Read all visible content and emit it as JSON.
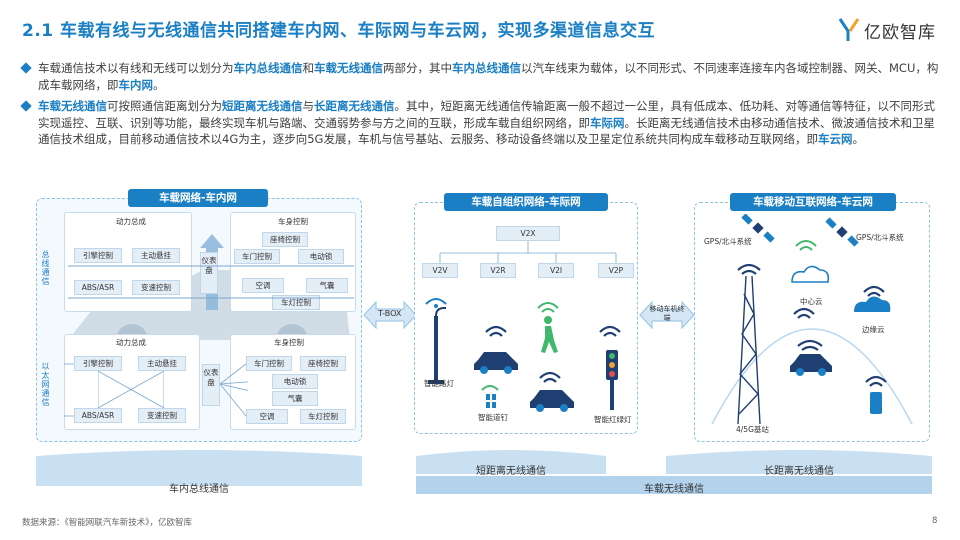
{
  "title": "2.1 车载有线与无线通信共同搭建车内网、车际网与车云网，实现多渠道信息交互",
  "logo": {
    "text": "亿欧智库"
  },
  "bullets": [
    {
      "segments": [
        {
          "t": "车载通信技术以有线和无线可以划分为",
          "h": false
        },
        {
          "t": "车内总线通信",
          "h": true
        },
        {
          "t": "和",
          "h": false
        },
        {
          "t": "车载无线通信",
          "h": true
        },
        {
          "t": "两部分，其中",
          "h": false
        },
        {
          "t": "车内总线通信",
          "h": true
        },
        {
          "t": "以汽车线束为载体，以不同形式、不同速率连接车内各域控制器、网关、MCU，构成车载网络，即",
          "h": false
        },
        {
          "t": "车内网",
          "h": true
        },
        {
          "t": "。",
          "h": false
        }
      ]
    },
    {
      "segments": [
        {
          "t": "车载无线通信",
          "h": true
        },
        {
          "t": "可按照通信距离划分为",
          "h": false
        },
        {
          "t": "短距离无线通信",
          "h": true
        },
        {
          "t": "与",
          "h": false
        },
        {
          "t": "长距离无线通信",
          "h": true
        },
        {
          "t": "。其中，短距离无线通信传输距离一般不超过一公里，具有低成本、低功耗、对等通信等特征，以不同形式实现遥控、互联、识别等功能，最终实现车机与路端、交通弱势参与方之间的互联，形成车载自组织网络，即",
          "h": false
        },
        {
          "t": "车际网",
          "h": true
        },
        {
          "t": "。长距离无线通信技术由移动通信技术、微波通信技术和卫星通信技术组成，目前移动通信技术以4G为主，逐步向5G发展，车机与信号基站、云服务、移动设备终端以及卫星定位系统共同构成车载移动互联网络，即",
          "h": false
        },
        {
          "t": "车云网",
          "h": true
        },
        {
          "t": "。",
          "h": false
        }
      ]
    }
  ],
  "panels": {
    "in_car": {
      "header": "车载网络-车内网",
      "top_label": "总线通信",
      "bottom_label": "以太网通信",
      "power": "动力总成",
      "body": "车身控制",
      "dash": "仪表盘",
      "top_power_boxes": [
        "引擎控制",
        "主动悬挂",
        "ABS/ASR",
        "变速控制"
      ],
      "top_body_boxes": [
        "座椅控制",
        "车门控制",
        "电动锁",
        "空调",
        "气囊",
        "车灯控制"
      ],
      "bot_power_boxes": [
        "引擎控制",
        "主动悬挂",
        "ABS/ASR",
        "变速控制"
      ],
      "bot_body_boxes": [
        "车门控制",
        "座椅控制",
        "电动锁",
        "气囊",
        "空调",
        "车灯控制"
      ],
      "band": "车内总线通信"
    },
    "v2x": {
      "header": "车载自组织网络-车际网",
      "root": "V2X",
      "children": [
        "V2V",
        "V2R",
        "V2I",
        "V2P"
      ],
      "labels": [
        "智能路灯",
        "智能道钉",
        "智能红绿灯"
      ]
    },
    "cloud": {
      "header": "车载移动互联网络-车云网",
      "sat1": "GPS/北斗系统",
      "sat2": "GPS/北斗系统",
      "center": "中心云",
      "edge": "边缘云",
      "tower": "4/5G基站"
    },
    "connectors": {
      "tbox": "T-BOX",
      "mobile": "移动车机终端"
    },
    "bands": {
      "short": "短距离无线通信",
      "long": "长距离无线通信",
      "wireless": "车载无线通信"
    }
  },
  "footer": {
    "source": "数据来源：《智能网联汽车新技术》，亿欧智库",
    "page": "8"
  },
  "colors": {
    "accent": "#1a7fc4",
    "dark": "#1f3f73"
  }
}
